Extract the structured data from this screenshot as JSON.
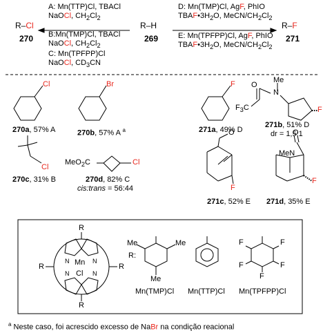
{
  "scheme": {
    "reactant": {
      "left": "R",
      "right": "H",
      "number": "269"
    },
    "chloride": {
      "formula_r": "R",
      "formula_x": "Cl",
      "number": "270"
    },
    "fluoride": {
      "formula_r": "R",
      "formula_x": "F",
      "number": "271"
    },
    "conditions_cl": {
      "a": {
        "pre": "A: Mn(TTP)Cl, TBACl",
        "line2_pre": "NaO",
        "line2_hl": "Cl",
        "line2_post": ", CH",
        "line2_sub": "2",
        "line2_end": "Cl",
        "line2_sub2": "2"
      },
      "b": {
        "pre": "B:Mn(TMP)Cl, TBACl",
        "line2_pre": "NaO",
        "line2_hl": "Cl",
        "line2_post": ", CH",
        "line2_sub": "2",
        "line2_end": "Cl",
        "line2_sub2": "2"
      },
      "c": {
        "pre": "C: Mn(TPFPP)Cl",
        "line2_pre": "NaO",
        "line2_hl": "Cl",
        "line2_post": ", CD",
        "line2_sub": "3",
        "line2_end": "CN"
      }
    },
    "conditions_f": {
      "d": {
        "line1_pre": "D: Mn(TMP)Cl, Ag",
        "line1_hl": "F",
        "line1_post": ", PhIO",
        "line2_pre": "TBA",
        "line2_hl": "F",
        "line2_post": "•3H",
        "line2_sub": "2",
        "line2_end": "O, MeCN/CH",
        "line2_sub2": "2",
        "line2_end2": "Cl",
        "line2_sub3": "2"
      },
      "e": {
        "line1_pre": "E: Mn(TPFPP)Cl, Ag",
        "line1_hl": "F",
        "line1_post": ", PhIO",
        "line2_pre": "TBA",
        "line2_hl": "F",
        "line2_post": "•3H",
        "line2_sub": "2",
        "line2_end": "O, MeCN/CH",
        "line2_sub2": "2",
        "line2_end2": "Cl",
        "line2_sub3": "2"
      }
    }
  },
  "products": {
    "p270a": {
      "id": "270a",
      "text": ", 57% A",
      "atom": "Cl"
    },
    "p270b": {
      "id": "270b",
      "text": ", 57% A",
      "sup": "a",
      "atom": "Br"
    },
    "p270c": {
      "id": "270c",
      "text": ", 31% B",
      "atom": "Cl"
    },
    "p270d": {
      "id": "270d",
      "text": ", 82% C",
      "note_i": "cis:trans",
      "note": " = 56:44",
      "group": "MeO",
      "group_sub": "2",
      "group_c": "C",
      "atom": "Cl"
    },
    "p271a": {
      "id": "271a",
      "text": ", 49% D",
      "atom": "F"
    },
    "p271b": {
      "id": "271b",
      "text": ", 51% D",
      "note": "dr = 1,5:1",
      "atom": "F",
      "me": "Me",
      "n": "N",
      "o": "O",
      "cf3": "F",
      "cf3_sub": "3",
      "cf3_c": "C"
    },
    "p271c": {
      "id": "271c",
      "text": ", 52% E",
      "atom": "F",
      "o": "O"
    },
    "p271d": {
      "id": "271d",
      "text": ", 35% E",
      "atom": "F",
      "o": "O",
      "me": "Me",
      "n": "N"
    }
  },
  "catalysts": {
    "porphyrin": {
      "r": "R",
      "mn": "Mn",
      "cl": "Cl",
      "n": "N",
      "r_label": "R:"
    },
    "tmp": {
      "name": "Mn(TMP)Cl",
      "me": "Me"
    },
    "ttp": {
      "name": "Mn(TTP)Cl"
    },
    "tpfpp": {
      "name": "Mn(TPFPP)Cl",
      "f": "F"
    }
  },
  "footnote": {
    "sup": "a",
    "pre": " Neste caso, foi acrescido excesso de Na",
    "hl": "Br",
    "post": " na condição reacional"
  },
  "colors": {
    "highlight": "#e8261c",
    "ink": "#000000"
  }
}
